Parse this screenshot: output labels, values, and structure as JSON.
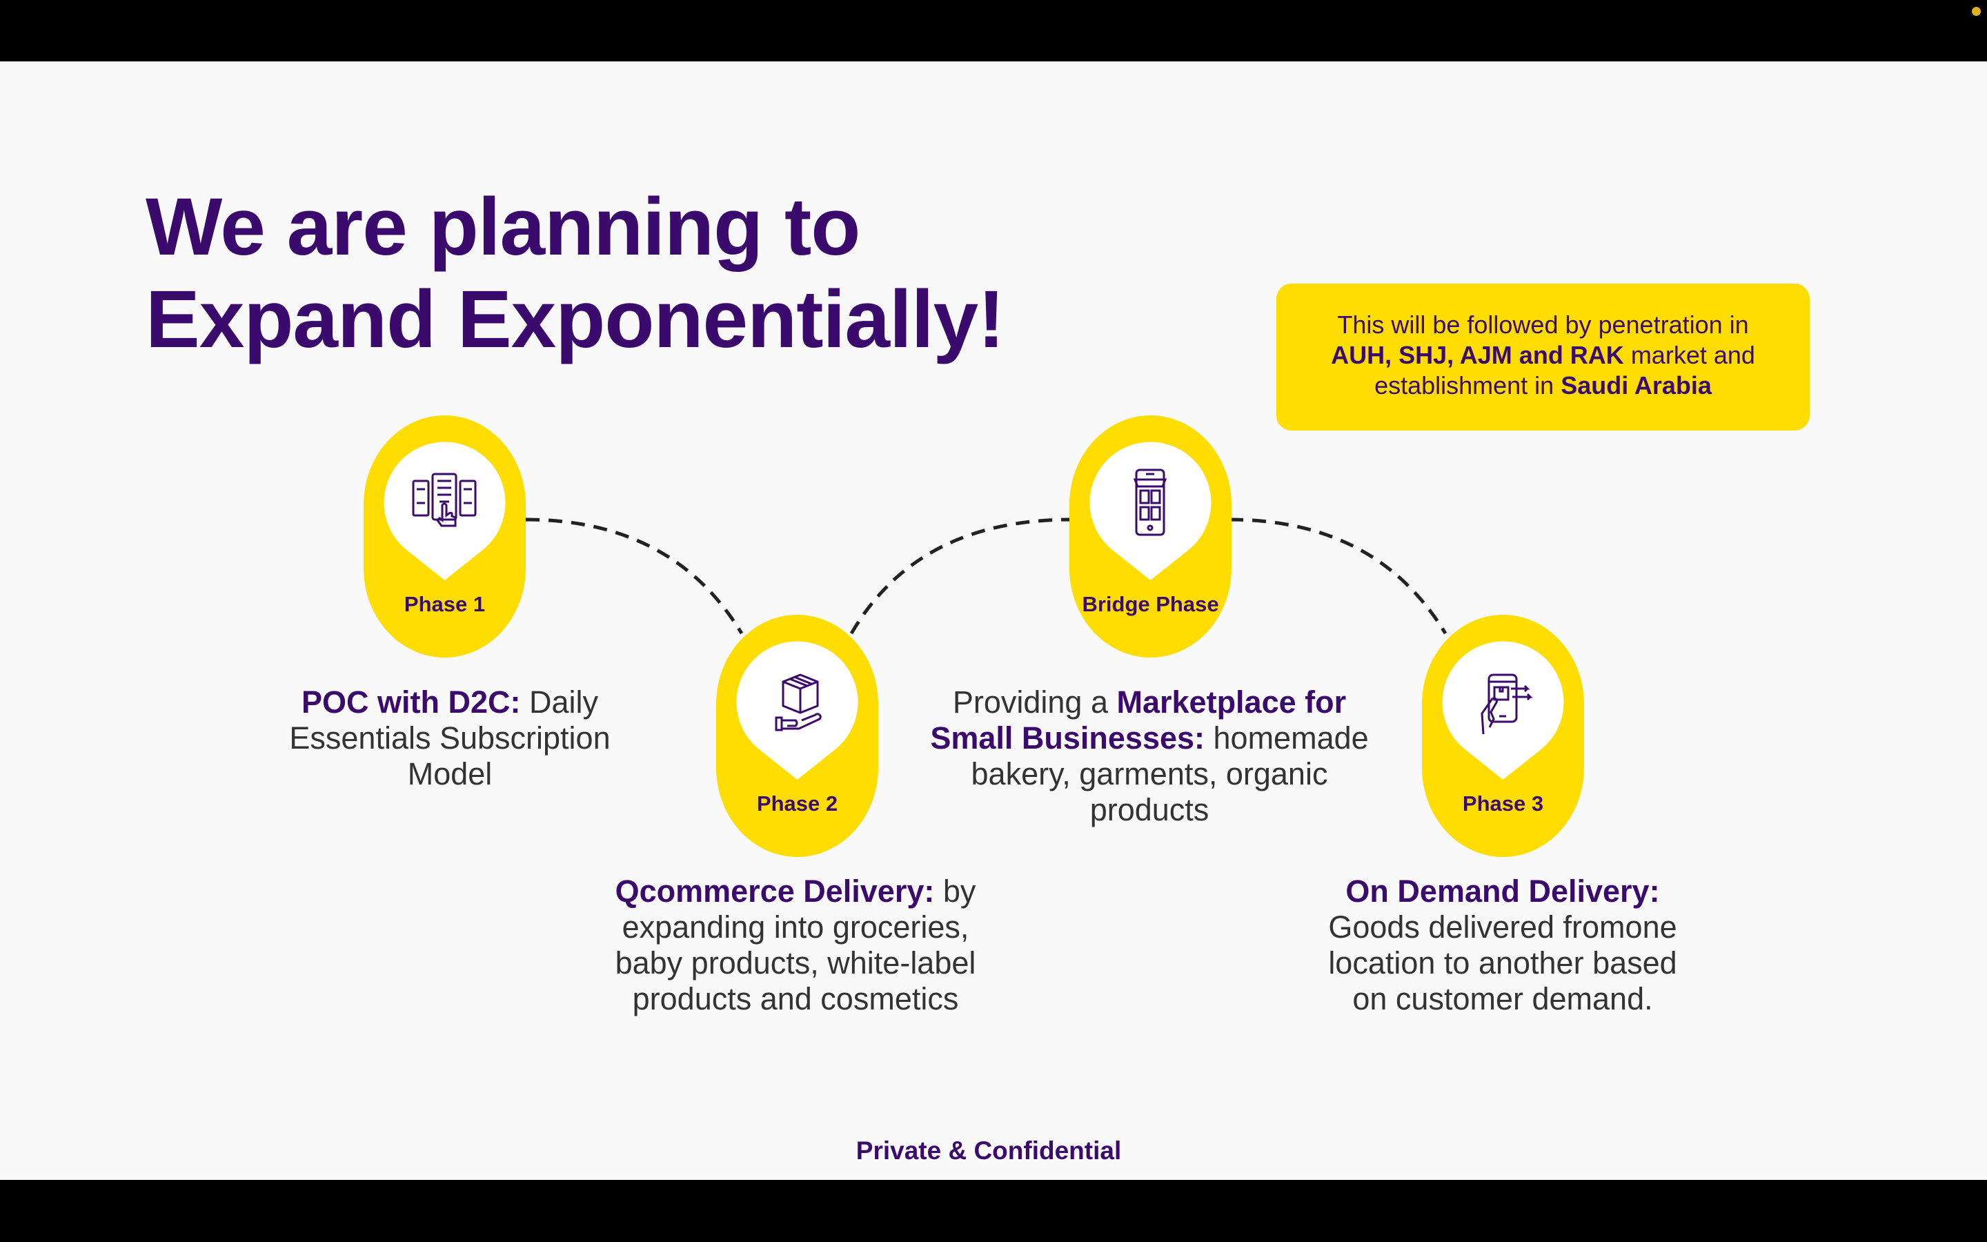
{
  "title": {
    "line1": "We are planning to",
    "line2": "Expand Exponentially!"
  },
  "callout": {
    "l1": "This will be followed by penetration in",
    "l2_bold": "AUH, SHJ, AJM and RAK",
    "l2_rest": " market and",
    "l3_rest": "establishment in ",
    "l3_bold": "Saudi Arabia"
  },
  "phases": [
    {
      "label": "Phase 1",
      "icon": "touch-screen-menu-icon",
      "desc": {
        "b1": "POC with D2C:",
        "t1": " Daily",
        "t2": "Essentials Subscription",
        "t3": "Model"
      }
    },
    {
      "label": "Phase 2",
      "icon": "package-in-hand-icon",
      "desc": {
        "b1": "Qcommerce Delivery:",
        "t1": " by",
        "t2": "expanding into groceries,",
        "t3": "baby products, white-label",
        "t4": "products and cosmetics"
      }
    },
    {
      "label": "Bridge Phase",
      "icon": "mobile-storefront-icon",
      "desc": {
        "t0": "Providing a ",
        "b1": "Marketplace for",
        "b2": "Small Businesses:",
        "t2": " homemade",
        "t3": "bakery, garments, organic",
        "t4": "products"
      }
    },
    {
      "label": "Phase 3",
      "icon": "phone-delivery-icon",
      "desc": {
        "b1": "On Demand Delivery:",
        "t2": "Goods delivered fromone",
        "t3": "location to another based",
        "t4": "on customer demand."
      }
    }
  ],
  "footer": "Private & Confidential",
  "colors": {
    "purple": "#3a0a6c",
    "yellow": "#ffdd00",
    "background": "#f9f9f9",
    "text": "#333333"
  }
}
